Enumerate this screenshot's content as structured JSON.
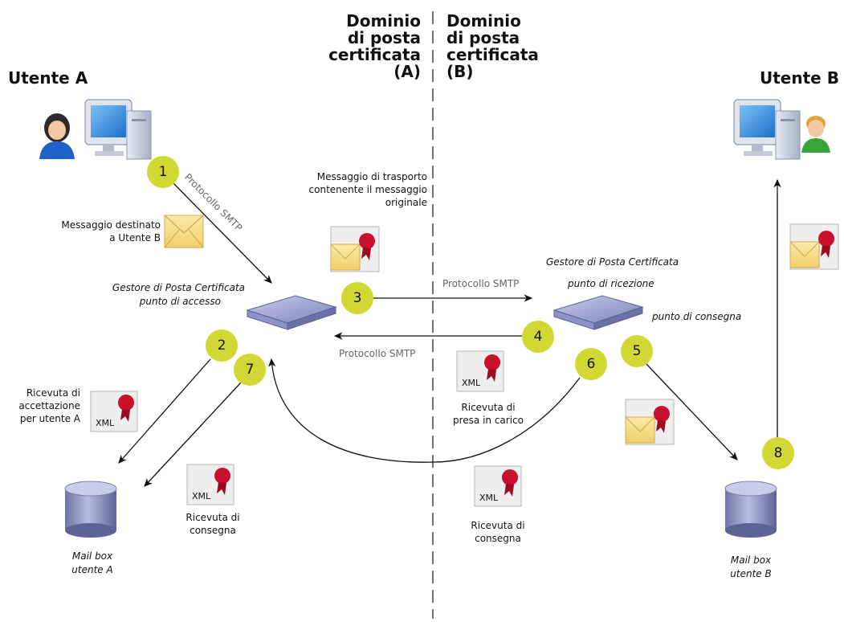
{
  "users": {
    "a_title": "Utente A",
    "b_title": "Utente B"
  },
  "domains": {
    "a": "Dominio\ndi posta\ncertificata\n(A)",
    "b": "Dominio\ndi posta\ncertificata\n(B)"
  },
  "steps": [
    "1",
    "2",
    "3",
    "4",
    "5",
    "6",
    "7",
    "8"
  ],
  "protocols": {
    "step1": "Protocollo SMTP",
    "step3": "Protocollo SMTP",
    "step4": "Protocollo SMTP"
  },
  "captions": {
    "msg_to_b": "Messaggio destinato\na Utente B",
    "transport_msg": "Messaggio di trasporto\ncontenente il messaggio\noriginale",
    "accept_receipt": "Ricevuta di\naccettazione\nper utente A",
    "delivery_receipt_a": "Ricevuta di\nconsegna",
    "takeover_receipt": "Ricevuta di\npresa in carico",
    "delivery_receipt_b": "Ricevuta di\nconsegna"
  },
  "servers": {
    "a_line1": "Gestore di Posta Certificata",
    "a_line2": "punto di accesso",
    "b_line1": "Gestore di Posta Certificata",
    "b_line2": "punto di ricezione",
    "b_line3": "punto di consegna"
  },
  "mailboxes": {
    "a": "Mail box\nutente A",
    "b": "Mail box\nutente B"
  },
  "icon_labels": {
    "xml": "XML"
  },
  "colors": {
    "step_circle": "#d2d833",
    "envelope": "#f6dd8a",
    "seal": "#c8102e",
    "server": "#8c95c8",
    "mailbox": "#8b90bd",
    "monitor_screen": "#3a8ee0",
    "user_a": "#1f62c7",
    "user_b": "#3aa33c"
  }
}
